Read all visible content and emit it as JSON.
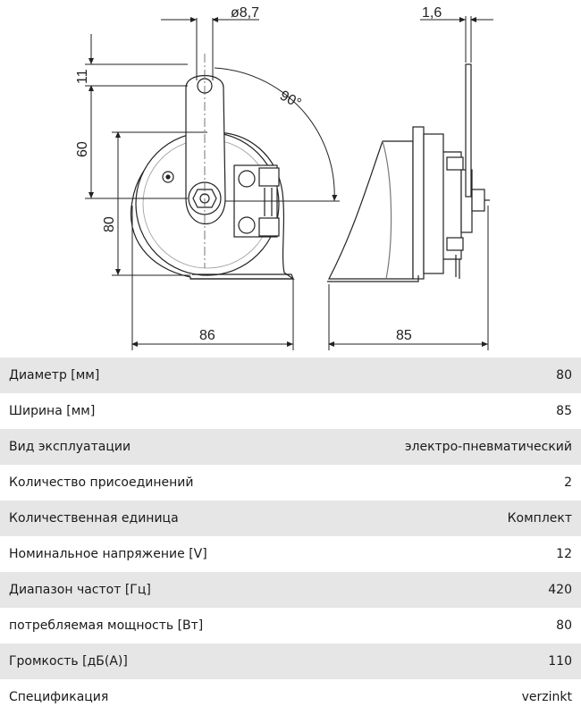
{
  "drawing": {
    "dims": {
      "hole_diameter": "ø8,7",
      "bracket_thickness": "1,6",
      "top_offset": "11",
      "mount_height": "60",
      "diameter_height": "80",
      "angle": "90°",
      "width_front": "86",
      "width_side": "85"
    }
  },
  "specs": [
    {
      "label": "Диаметр [мм]",
      "value": "80"
    },
    {
      "label": "Ширина [мм]",
      "value": "85"
    },
    {
      "label": "Вид эксплуатации",
      "value": "электро-пневматический"
    },
    {
      "label": "Количество присоединений",
      "value": "2"
    },
    {
      "label": "Количественная единица",
      "value": "Комплект"
    },
    {
      "label": "Номинальное напряжение [V]",
      "value": "12"
    },
    {
      "label": "Диапазон частот [Гц]",
      "value": "420"
    },
    {
      "label": "потребляемая мощность [Вт]",
      "value": "80"
    },
    {
      "label": "Громкость [дБ(A)]",
      "value": "110"
    },
    {
      "label": "Спецификация",
      "value": "verzinkt"
    }
  ]
}
